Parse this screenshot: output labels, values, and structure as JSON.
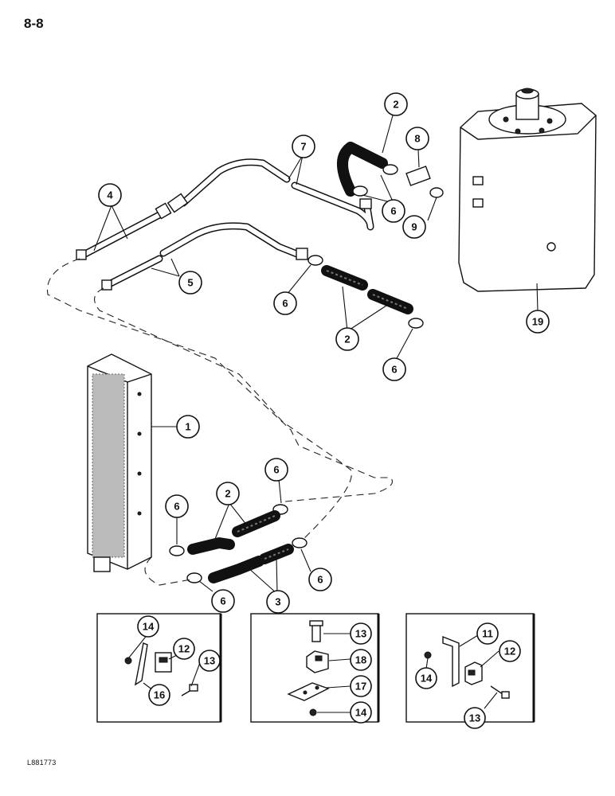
{
  "page": {
    "number": "8-8",
    "drawing_code": "L881773"
  },
  "callouts": {
    "c1": "1",
    "c2a": "2",
    "c2b": "2",
    "c2c": "2",
    "c3": "3",
    "c4": "4",
    "c5": "5",
    "c6a": "6",
    "c6b": "6",
    "c6c": "6",
    "c6d": "6",
    "c6e": "6",
    "c6f": "6",
    "c6g": "6",
    "c7": "7",
    "c8": "8",
    "c9": "9",
    "c19": "19",
    "d1_14": "14",
    "d1_12": "12",
    "d1_13": "13",
    "d1_16": "16",
    "d2_13": "13",
    "d2_18": "18",
    "d2_17": "17",
    "d2_14": "14",
    "d3_11": "11",
    "d3_12": "12",
    "d3_14": "14",
    "d3_13": "13"
  }
}
